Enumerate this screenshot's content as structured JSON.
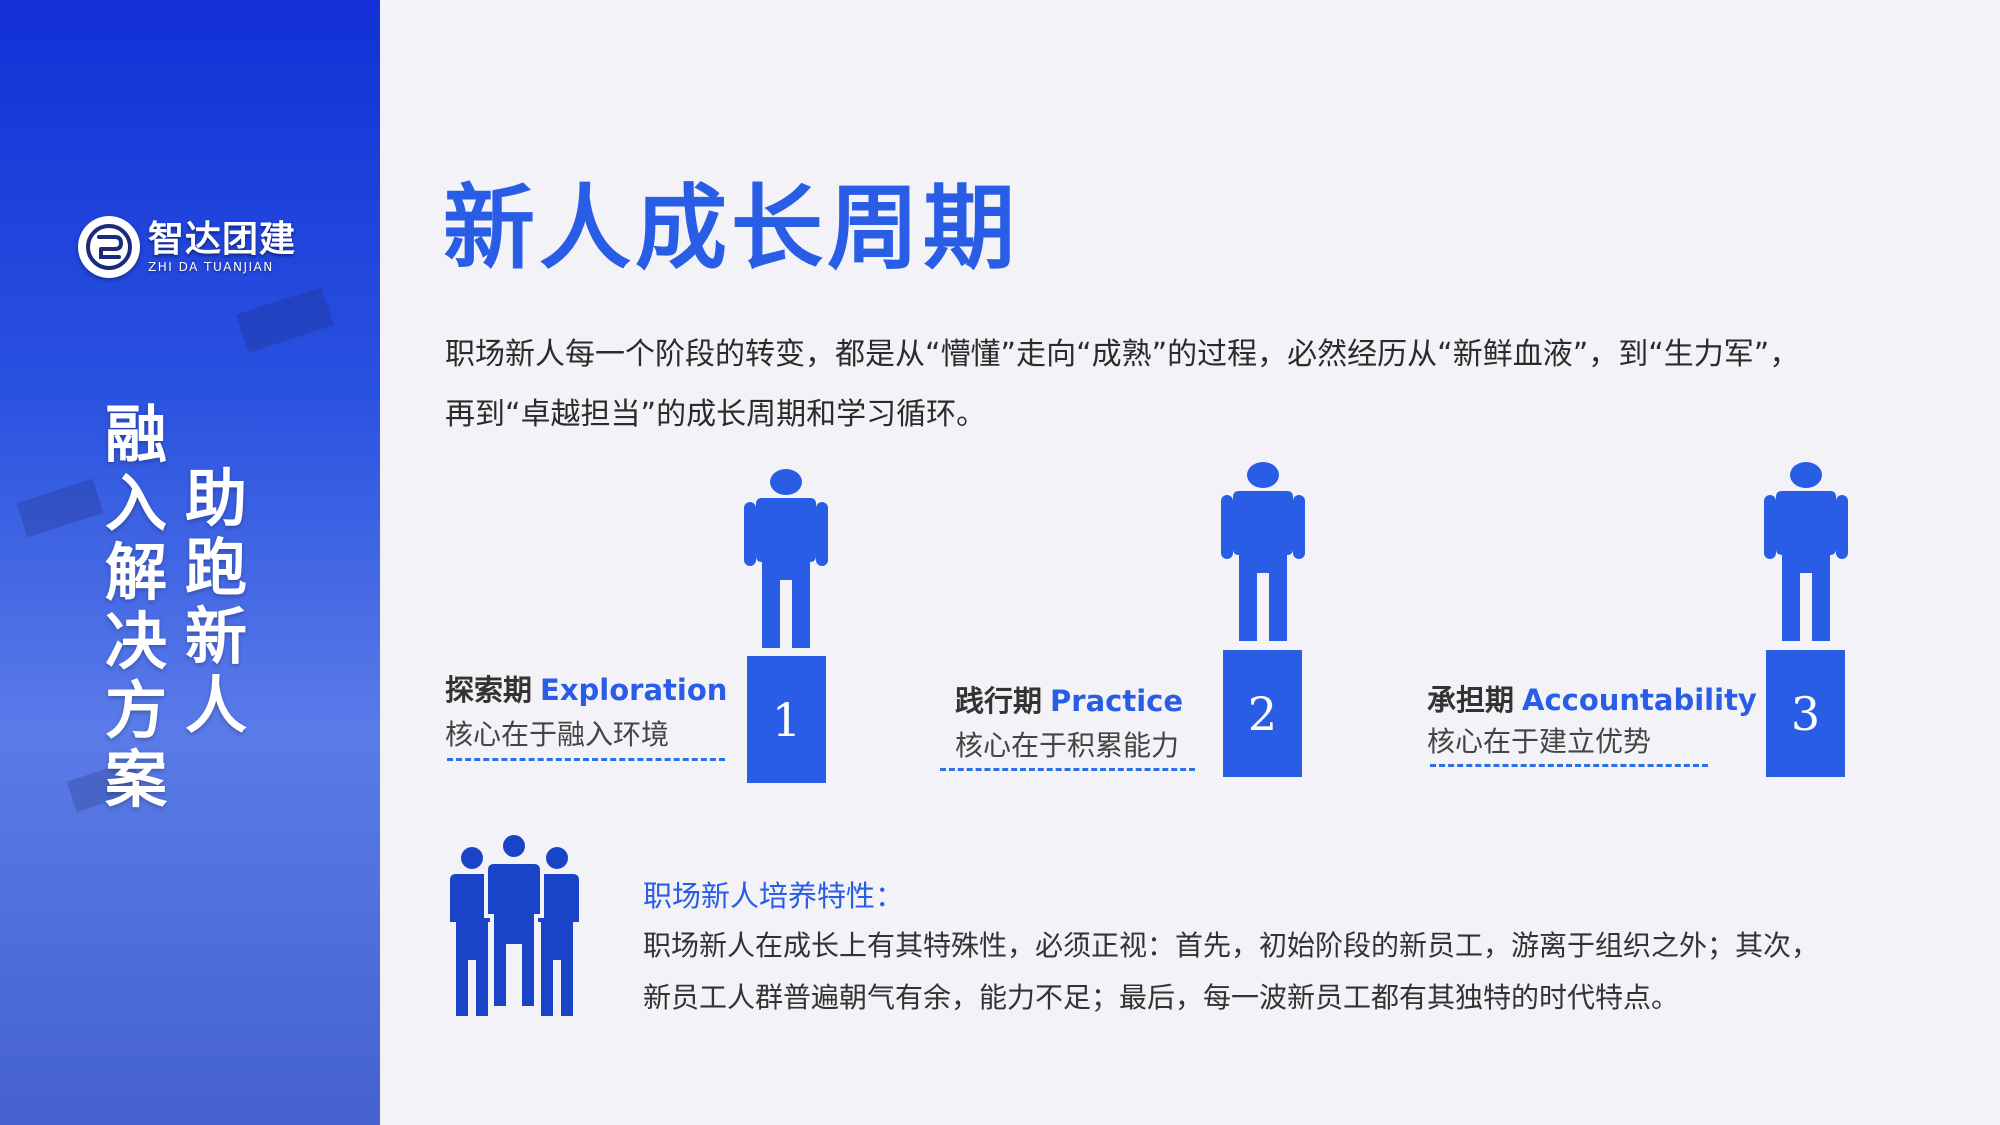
{
  "sidebar": {
    "logo": {
      "text_cn": "智达团建",
      "text_en": "ZHI DA TUANJIAN"
    },
    "slogan_right": "助跑新人",
    "slogan_left": "融入解决方案"
  },
  "main": {
    "title": "新人成长周期",
    "intro_line1": "职场新人每一个阶段的转变，都是从“懵懂”走向“成熟”的过程，必然经历从“新鲜血液”，到“生力军”，",
    "intro_line2": "再到“卓越担当”的成长周期和学习循环。",
    "stages": [
      {
        "cn": "探索期",
        "en": "Exploration",
        "desc": "核心在于融入环境",
        "number": "1"
      },
      {
        "cn": "践行期",
        "en": "Practice",
        "desc": "核心在于积累能力",
        "number": "2"
      },
      {
        "cn": "承担期",
        "en": "Accountability",
        "desc": "核心在于建立优势",
        "number": "3"
      }
    ],
    "traits": {
      "heading": "职场新人培养特性：",
      "line1": "职场新人在成长上有其特殊性，必须正视：首先，初始阶段的新员工，游离于组织之外；其次，",
      "line2": "新员工人群普遍朝气有余，能力不足；最后，每一波新员工都有其独特的时代特点。"
    }
  },
  "colors": {
    "accent": "#2a5de6",
    "sidebar_top": "#1230d6",
    "background": "#f3f3f7"
  },
  "icons": [
    "logo-mark-icon",
    "person-icon",
    "people-group-icon"
  ]
}
